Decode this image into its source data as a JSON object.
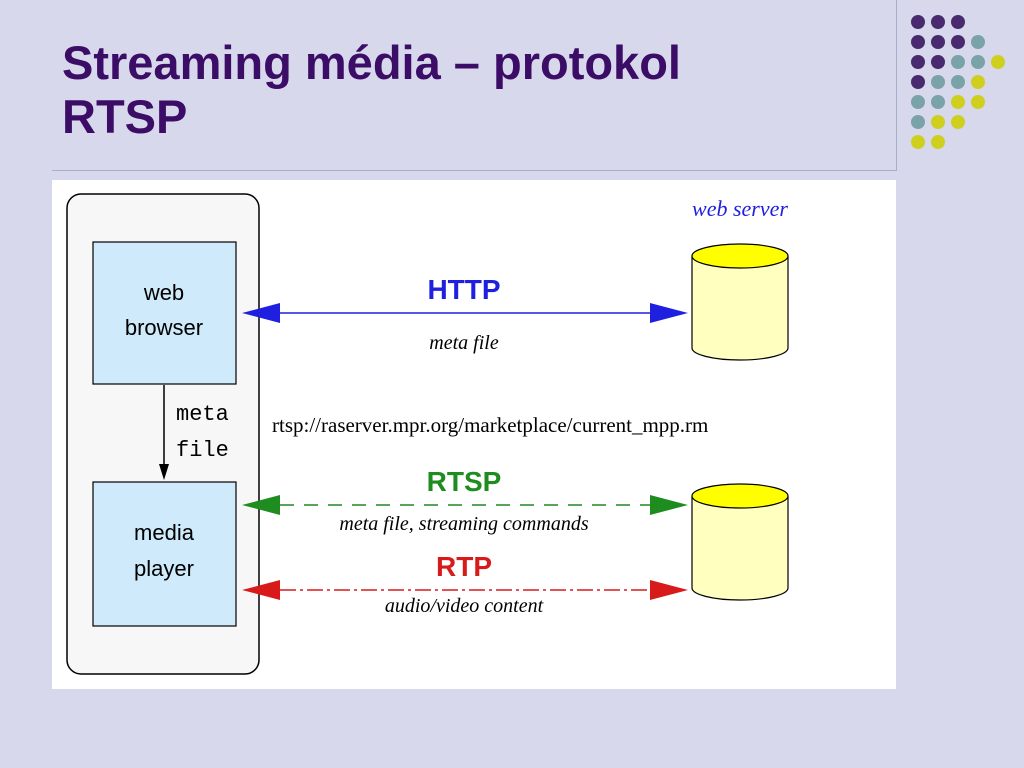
{
  "slide": {
    "title_line1": "Streaming média – protokol",
    "title_line2": "RTSP"
  },
  "diagram": {
    "server_label": "web server",
    "web_browser": [
      "web",
      "browser"
    ],
    "media_player": [
      "media",
      "player"
    ],
    "meta_file_vertical": [
      "meta",
      "file"
    ],
    "http": {
      "label": "HTTP",
      "sublabel": "meta file"
    },
    "url": "rtsp://raserver.mpr.org/marketplace/current_mpp.rm",
    "rtsp": {
      "label": "RTSP",
      "sublabel": "meta file, streaming commands"
    },
    "rtp": {
      "label": "RTP",
      "sublabel": "audio/video content"
    }
  },
  "colors": {
    "title": "#3b0d66",
    "http": "#1f1fe0",
    "rtsp": "#1f8c1f",
    "rtp": "#d91a1a",
    "box_fill": "#cfeafa",
    "cylinder_fill": "#ffffc0",
    "cylinder_top": "#ffff00",
    "dot_purple": "#4a2a6e",
    "dot_teal": "#7aa3a8",
    "dot_yellow": "#cfcf1f"
  }
}
